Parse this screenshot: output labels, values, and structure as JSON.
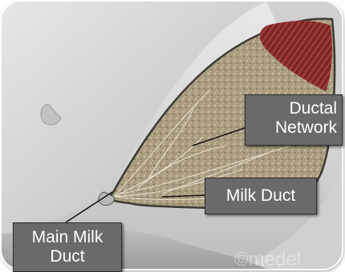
{
  "figure": {
    "watermark": "©medel"
  },
  "labels": {
    "ductal_network": {
      "line1": "Ductal",
      "line2": "Network"
    },
    "milk_duct": "Milk Duct",
    "main_milk_duct": {
      "line1": "Main Milk",
      "line2": "Duct"
    }
  },
  "colors": {
    "callout_fill": "#6a6a6a",
    "callout_text": "#ffffff",
    "tissue": "#a79a7c",
    "muscle": "#8b2b2b",
    "skin": "#cfcfcf"
  }
}
